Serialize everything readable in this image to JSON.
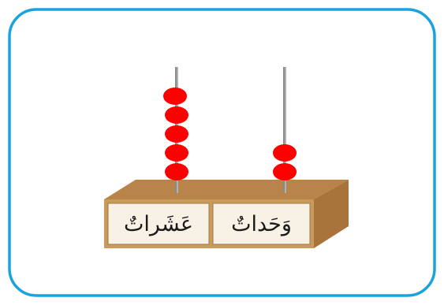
{
  "labels": {
    "tens": "عَشَراتٌ",
    "units": "وَحَداتٌ"
  },
  "abacus": {
    "tens_beads": 5,
    "units_beads": 2
  },
  "colors": {
    "frame_border": "#1aa3df",
    "bead": "#ff0000",
    "box_front": "#c99a5a",
    "box_top": "#b8844a",
    "box_side": "#a8743c",
    "label_bg": "#f7f1e6",
    "rod": "#8a8a8a"
  }
}
